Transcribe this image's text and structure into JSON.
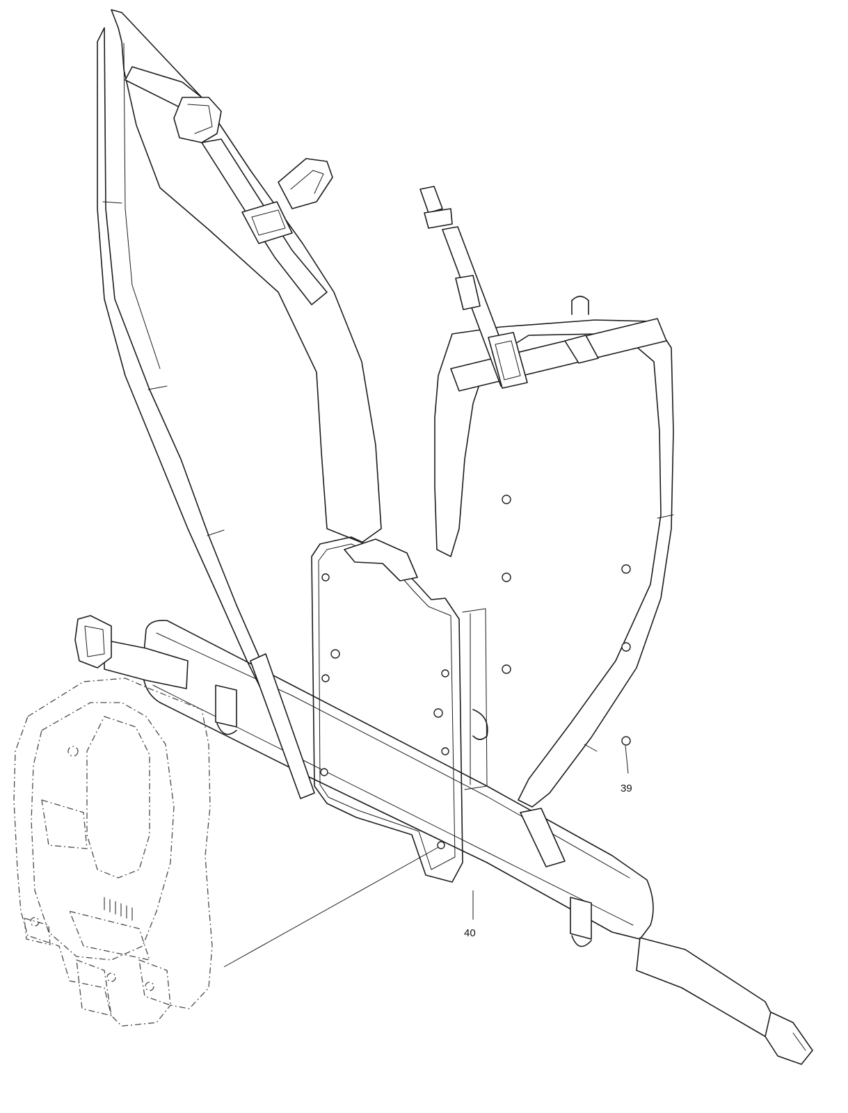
{
  "callouts": [
    {
      "id": "part-39",
      "label": "39"
    },
    {
      "id": "part-40",
      "label": "40"
    }
  ]
}
